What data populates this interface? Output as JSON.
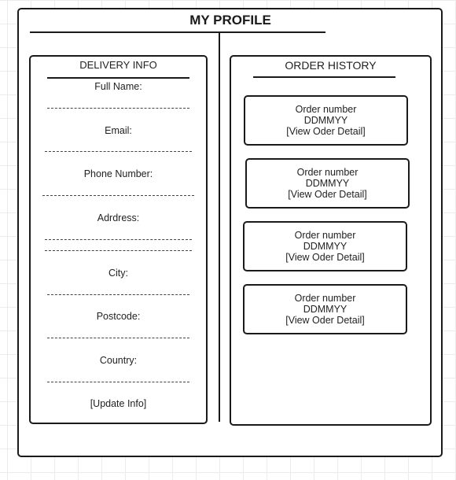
{
  "page": {
    "title": "MY PROFILE"
  },
  "delivery": {
    "title": "DELIVERY INFO",
    "fields": [
      {
        "label": "Full Name:"
      },
      {
        "label": "Email:"
      },
      {
        "label": "Phone Number:"
      },
      {
        "label": "Adrdress:"
      },
      {
        "label": "City:"
      },
      {
        "label": "Postcode:"
      },
      {
        "label": "Country:"
      }
    ],
    "update_label": "[Update Info]"
  },
  "history": {
    "title": "ORDER HISTORY",
    "orders": [
      {
        "label": "Order number",
        "date": "DDMMYY",
        "link": "[View Oder Detail]"
      },
      {
        "label": "Order number",
        "date": "DDMMYY",
        "link": "[View Oder Detail]"
      },
      {
        "label": "Order number",
        "date": "DDMMYY",
        "link": "[View Oder Detail]"
      },
      {
        "label": "Order number",
        "date": "DDMMYY",
        "link": "[View Oder Detail]"
      }
    ]
  }
}
